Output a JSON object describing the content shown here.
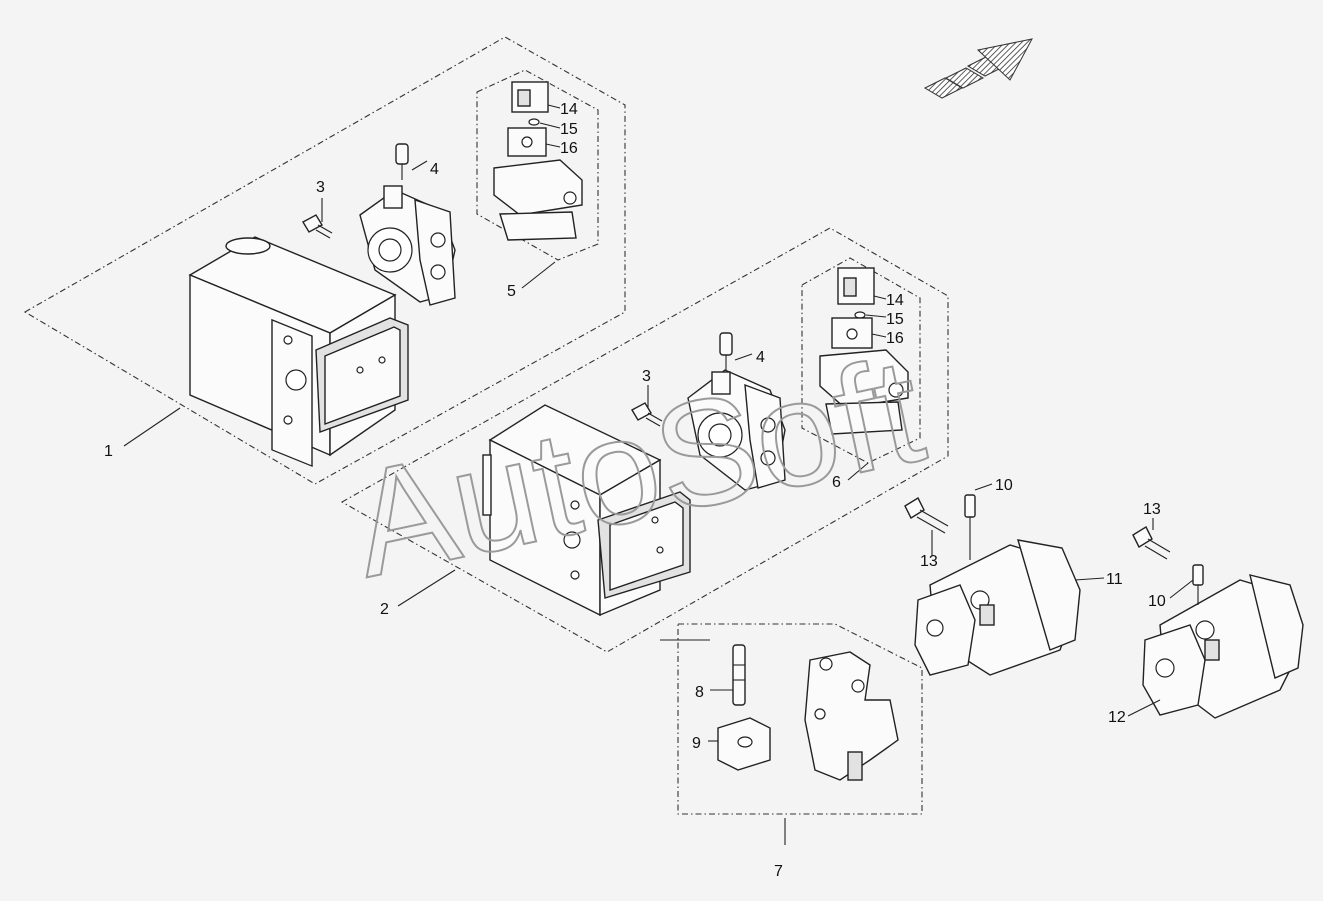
{
  "watermark": "AutoSoft",
  "callouts": {
    "c1": "1",
    "c2": "2",
    "c3a": "3",
    "c3b": "3",
    "c4a": "4",
    "c4b": "4",
    "c5": "5",
    "c6": "6",
    "c7": "7",
    "c8": "8",
    "c9": "9",
    "c10a": "10",
    "c10b": "10",
    "c11": "11",
    "c12": "12",
    "c13a": "13",
    "c13b": "13",
    "c14a": "14",
    "c15a": "15",
    "c16a": "16",
    "c14b": "14",
    "c15b": "15",
    "c16b": "16"
  },
  "icons": {
    "direction": "direction-arrow-icon"
  },
  "colors": {
    "background": "#f4f4f4",
    "ink": "#222222",
    "watermark": "#9a9a9a"
  }
}
